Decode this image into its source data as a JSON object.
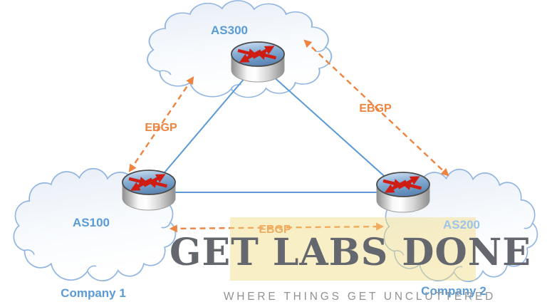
{
  "nodes": {
    "as300": {
      "label": "AS300"
    },
    "as100": {
      "label": "AS100",
      "company": "Company 1"
    },
    "as200": {
      "label": "AS200",
      "company": "Company 2"
    }
  },
  "links": {
    "as100_as300": {
      "label": "EBGP",
      "style": "dashed-double-arrow"
    },
    "as300_as200": {
      "label": "EBGP",
      "style": "dashed-double-arrow"
    },
    "as100_as200": {
      "label": "EBGP",
      "style": "dashed-double-arrow"
    }
  },
  "watermark": {
    "title": "GET LABS DONE",
    "tagline": "WHERE THINGS GET UNCLUTTERED"
  },
  "icons": {
    "router": "router-icon",
    "cloud": "cloud-shape"
  },
  "colors": {
    "node_label_blue": "#5b9bd5",
    "as200_label_blue": "#9dc3e6",
    "company_label_blue": "#5b9bd5",
    "ebgp_orange": "#ed8440",
    "link_blue": "#5b9bd5",
    "cloud_stroke": "#92b6e1",
    "banner_yellow": "#f2dc82",
    "title_gray": "#64676e",
    "tagline_gray": "#909396",
    "router_red": "#cf1d13"
  }
}
